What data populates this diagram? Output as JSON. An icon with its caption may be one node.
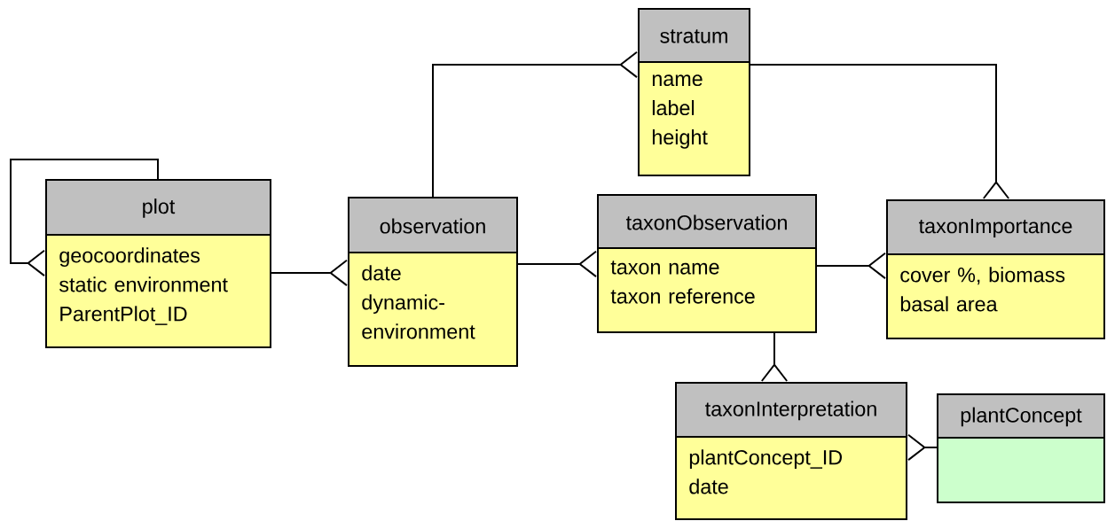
{
  "diagram": {
    "nodes": [
      {
        "text": [
          "stratum",
          "name",
          "label",
          "height"
        ]
      },
      {
        "text": [
          "plot",
          "geocoordinates",
          "static environment",
          "ParentPlot_ID"
        ]
      },
      {
        "text": [
          "observation",
          "date",
          "dynamic- environment"
        ]
      },
      {
        "text": [
          "taxonObservation",
          "taxon name",
          "taxon reference"
        ]
      },
      {
        "text": [
          "taxonImportance",
          "cover %, biomass",
          "basal area"
        ]
      },
      {
        "text": [
          "taxonInterpretation",
          "plantConcept_ID",
          "date"
        ]
      },
      {
        "text": [
          "plantConcept"
        ]
      }
    ],
    "edges": [
      {
        "from": 1,
        "to": 1,
        "arrow": "other"
      },
      {
        "from": 1,
        "to": 2,
        "arrow": "other"
      },
      {
        "from": 2,
        "to": 0,
        "arrow": "other"
      },
      {
        "from": 0,
        "to": 4,
        "arrow": "other"
      },
      {
        "from": 2,
        "to": 3,
        "arrow": "other"
      },
      {
        "from": 3,
        "to": 4,
        "arrow": "other"
      },
      {
        "from": 3,
        "to": 5,
        "arrow": "other"
      },
      {
        "from": 6,
        "to": 5,
        "arrow": "other"
      }
    ]
  }
}
